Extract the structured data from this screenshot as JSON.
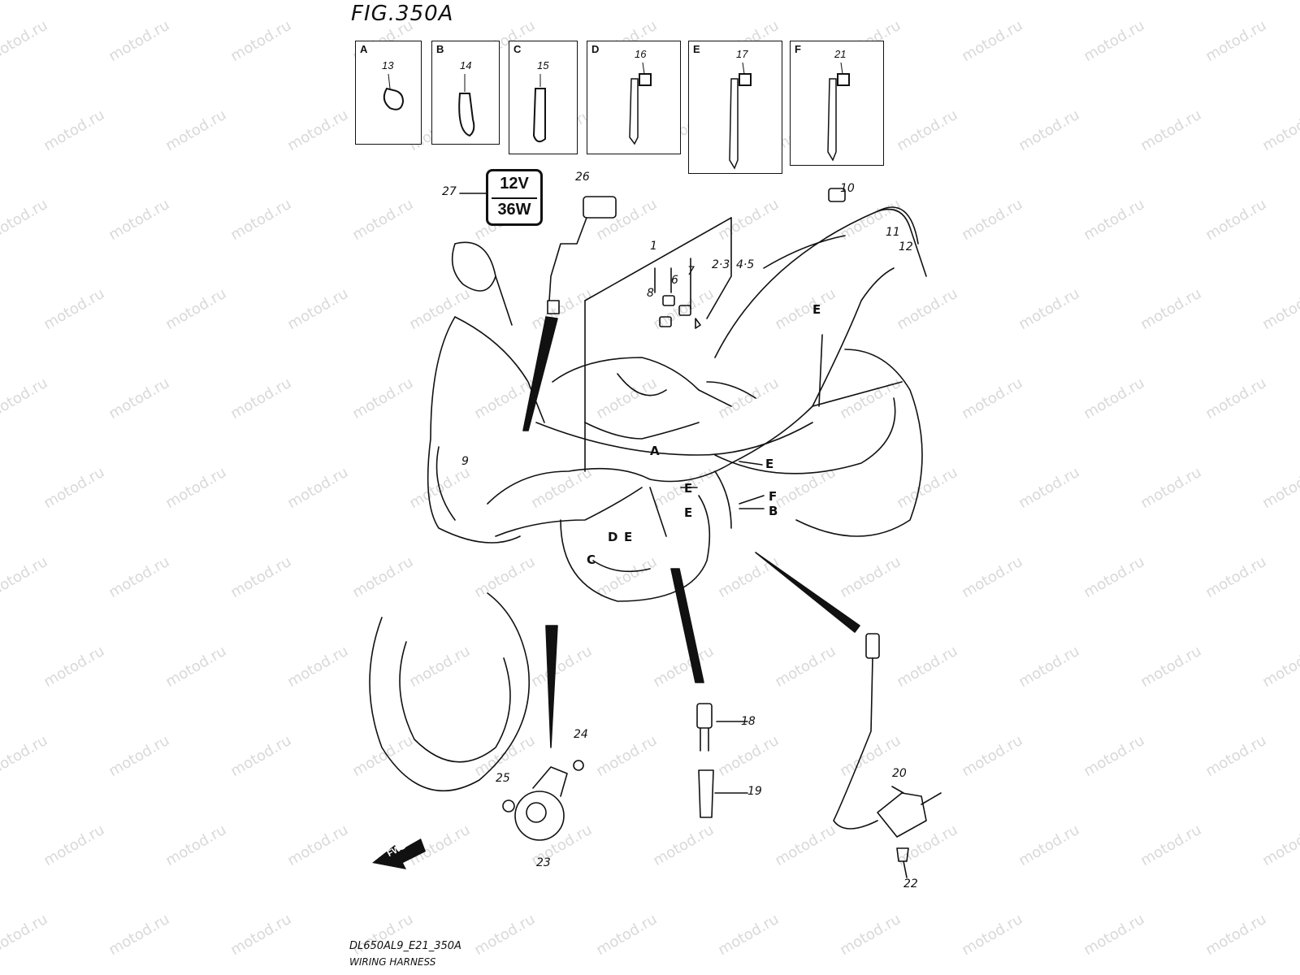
{
  "figure": {
    "title": "FIG.350A",
    "caption_model": "DL650AL9_E21_350A",
    "caption_name": "WIRING HARNESS"
  },
  "insets": [
    {
      "letter": "A",
      "part": "13"
    },
    {
      "letter": "B",
      "part": "14"
    },
    {
      "letter": "C",
      "part": "15"
    },
    {
      "letter": "D",
      "part": "16"
    },
    {
      "letter": "E",
      "part": "17"
    },
    {
      "letter": "F",
      "part": "21"
    }
  ],
  "rating": {
    "voltage": "12V",
    "wattage": "36W"
  },
  "callouts": [
    "1",
    "2·3",
    "4·5",
    "6",
    "7",
    "8",
    "9",
    "10",
    "11",
    "12",
    "18",
    "19",
    "20",
    "22",
    "23",
    "24",
    "25",
    "26",
    "27"
  ],
  "clamp_labels": [
    "A",
    "B",
    "C",
    "D",
    "E",
    "E",
    "E",
    "E",
    "E",
    "F"
  ],
  "direction_label": "FWD",
  "watermark": "motod.ru"
}
